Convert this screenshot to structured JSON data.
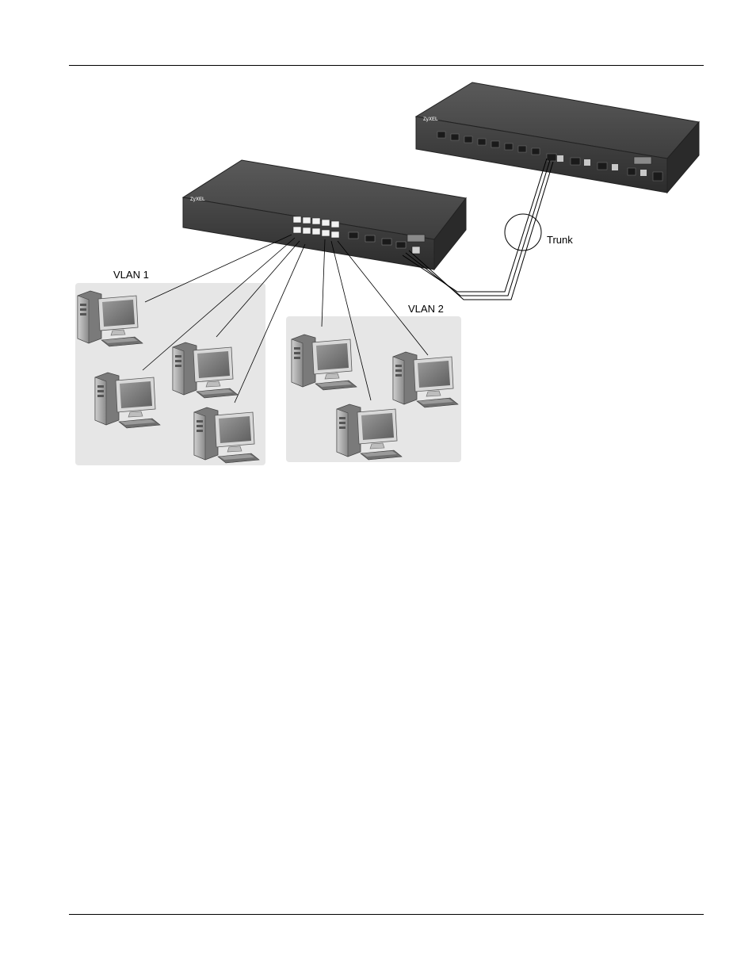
{
  "diagram": {
    "labels": {
      "vlan1": "VLAN 1",
      "vlan2": "VLAN 2",
      "trunk": "Trunk"
    },
    "switches": [
      {
        "role": "access-switch",
        "brand": "ZyXEL"
      },
      {
        "role": "remote-switch",
        "brand": "ZyXEL"
      }
    ],
    "vlan_groups": [
      {
        "name": "VLAN 1",
        "computer_count": 4
      },
      {
        "name": "VLAN 2",
        "computer_count": 3
      }
    ],
    "colors": {
      "group_bg": "#e6e6e6",
      "switch_body": "#3a3a3a",
      "line": "#000000"
    }
  }
}
